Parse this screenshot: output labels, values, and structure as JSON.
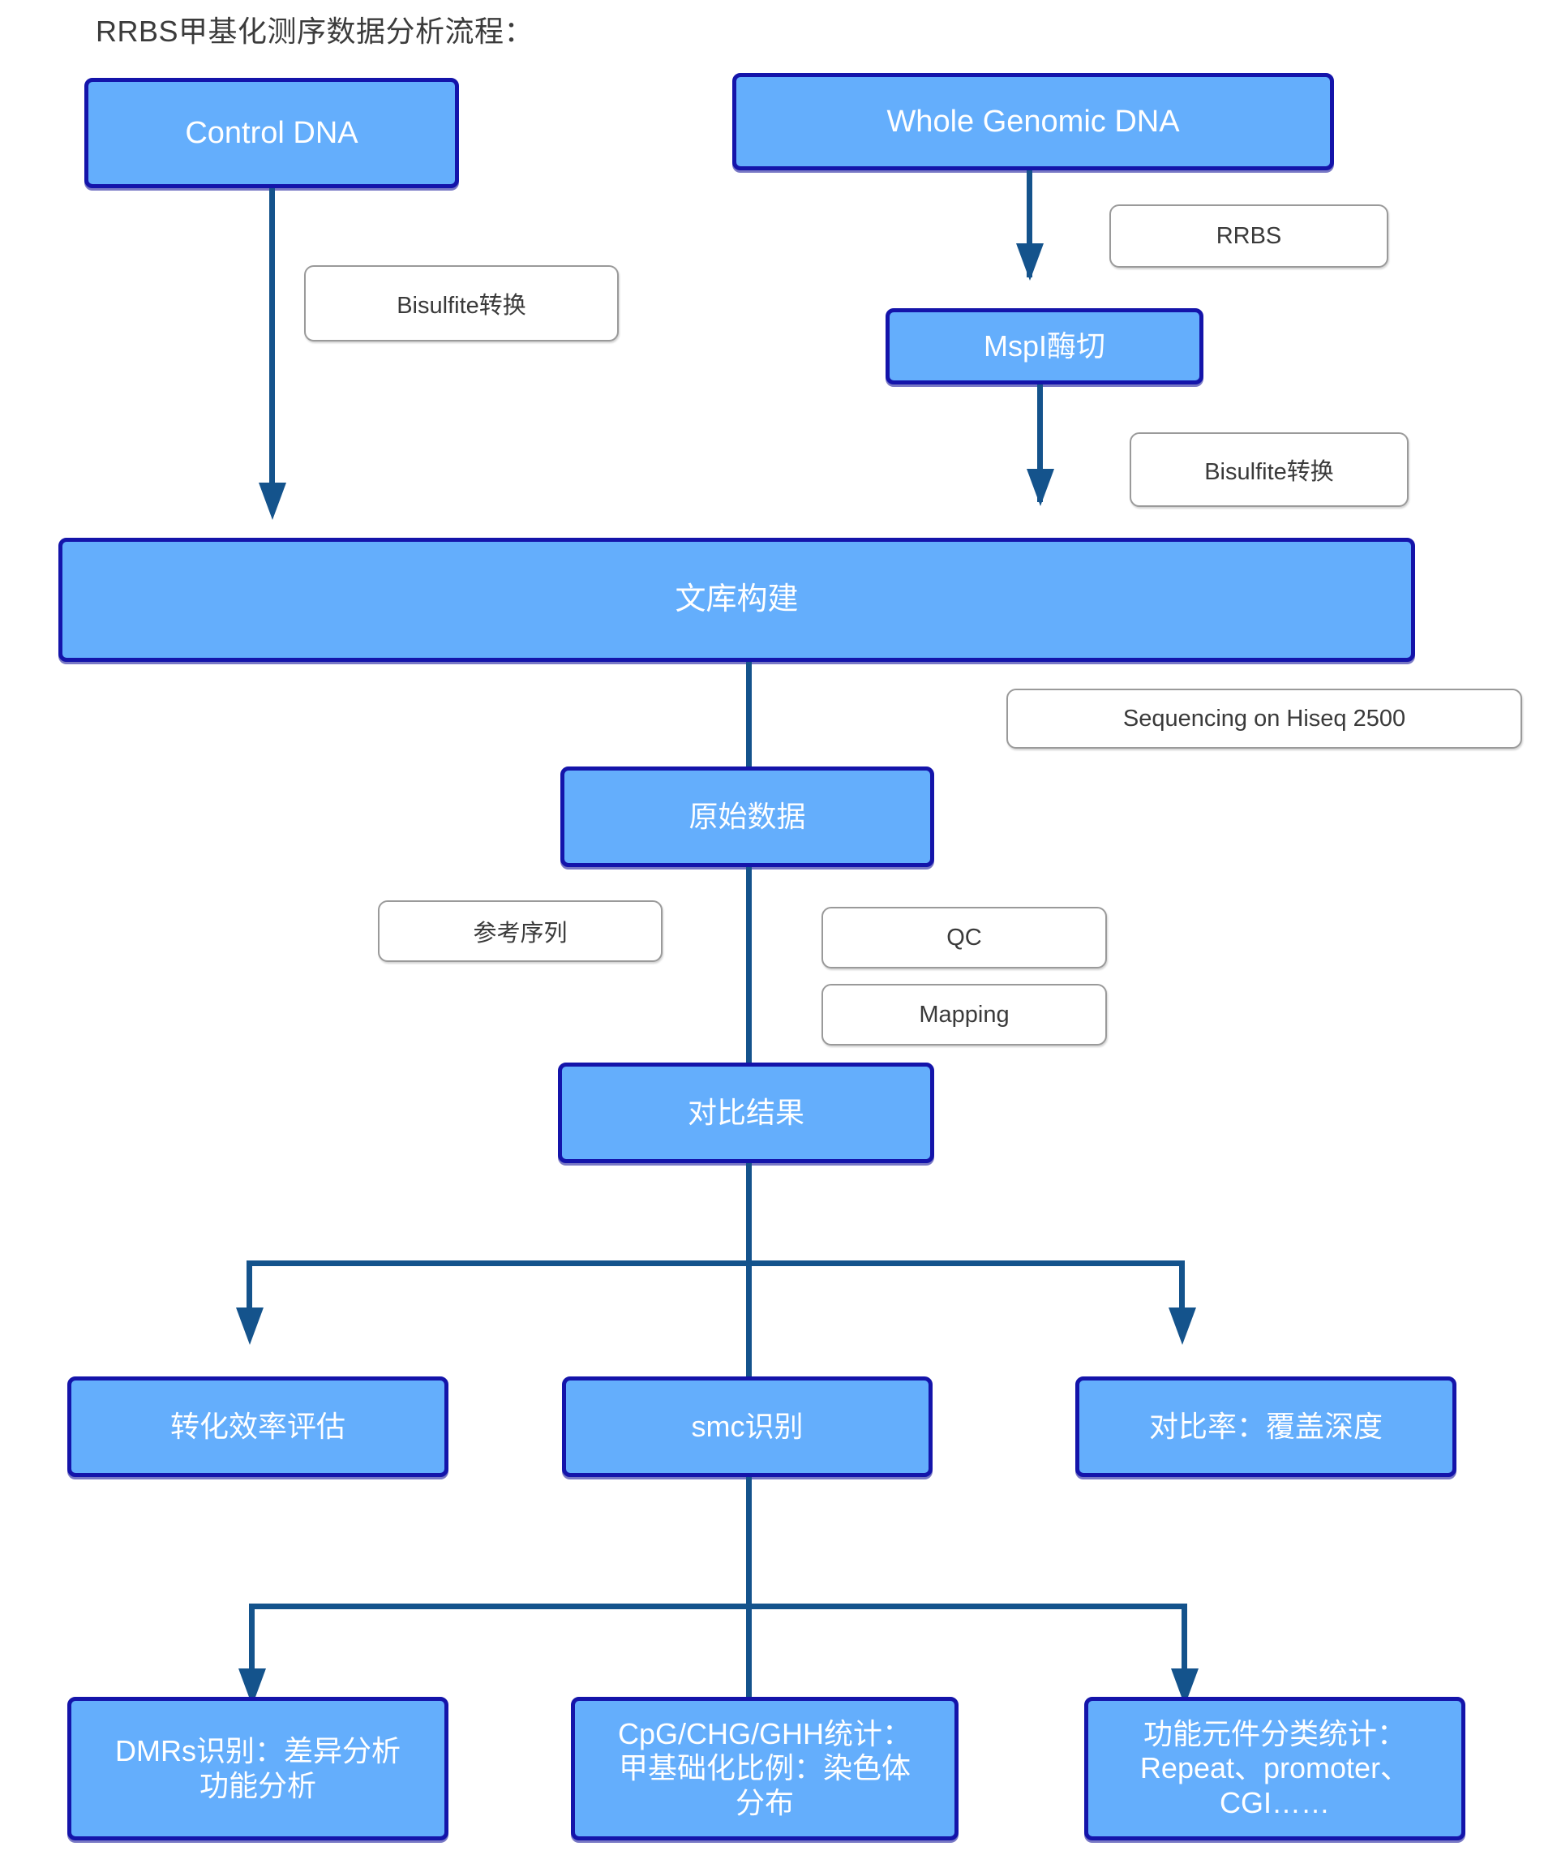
{
  "title": "RRBS甲基化测序数据分析流程：",
  "nodes": {
    "control_dna": "Control DNA",
    "whole_genomic_dna": "Whole Genomic DNA",
    "mspi": "MspI酶切",
    "library": "文库构建",
    "raw_data": "原始数据",
    "mapping_result": "对比结果",
    "conversion_efficiency": "转化效率评估",
    "smc_identification": "smc识别",
    "mapping_rate": "对比率：覆盖深度",
    "dmrs": "DMRs识别：差异分析\n功能分析",
    "cpg_stats": "CpG/CHG/GHH统计：\n甲基础化比例：染色体\n分布",
    "functional_elements": "功能元件分类统计：\nRepeat、promoter、\nCGI……"
  },
  "annotations": {
    "bisulfite_left": "Bisulfite转换",
    "rrbs": "RRBS",
    "bisulfite_right": "Bisulfite转换",
    "sequencing": "Sequencing on Hiseq 2500",
    "reference": "参考序列",
    "qc": "QC",
    "mapping": "Mapping"
  },
  "colors": {
    "box_fill": "#64aefc",
    "box_border": "#1414aa",
    "connector": "#14538c",
    "annotation_border": "#9a9a9a",
    "text_on_box": "#ffffff",
    "title_text": "#3b3b3b"
  }
}
